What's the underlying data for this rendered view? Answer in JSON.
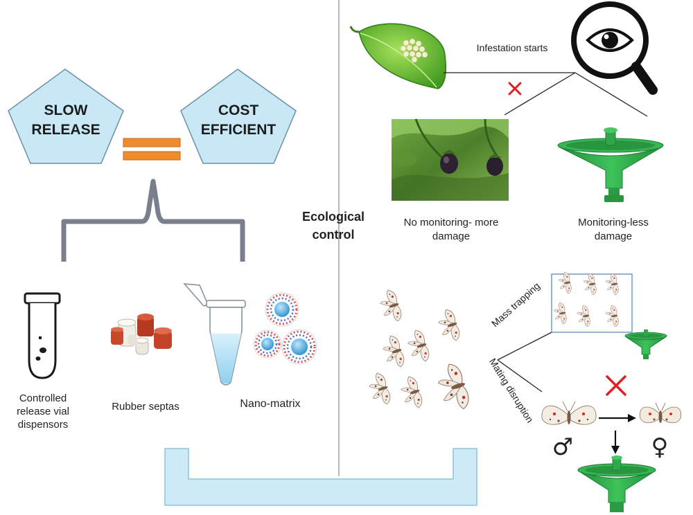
{
  "left_panel": {
    "pentagon_left": {
      "line1": "SLOW",
      "line2": "RELEASE"
    },
    "pentagon_right": {
      "line1": "COST",
      "line2": "EFFICIENT"
    },
    "dispensers": {
      "vial": {
        "line1": "Controlled",
        "line2": "release vial",
        "line3": "dispensors"
      },
      "rubber": "Rubber septas",
      "nano": "Nano-matrix"
    }
  },
  "center": {
    "line1": "Ecological",
    "line2": "control"
  },
  "right_panel": {
    "infestation": "Infestation starts",
    "no_monitoring": {
      "line1": "No monitoring- more",
      "line2": "damage"
    },
    "monitoring": {
      "line1": "Monitoring-less",
      "line2": "damage"
    },
    "mass_trapping": "Mass trapping",
    "mating_disruption": "Mating disruption",
    "male_symbol": "♂",
    "female_symbol": "♀"
  },
  "colors": {
    "pentagon_fill": "#c8e8f6",
    "equals_orange": "#f08c2c",
    "bracket_gray": "#7a7f8c",
    "trough_blue": "#cdeaf6",
    "funnel_green": "#2fa84a",
    "cross_red": "#e02020"
  }
}
